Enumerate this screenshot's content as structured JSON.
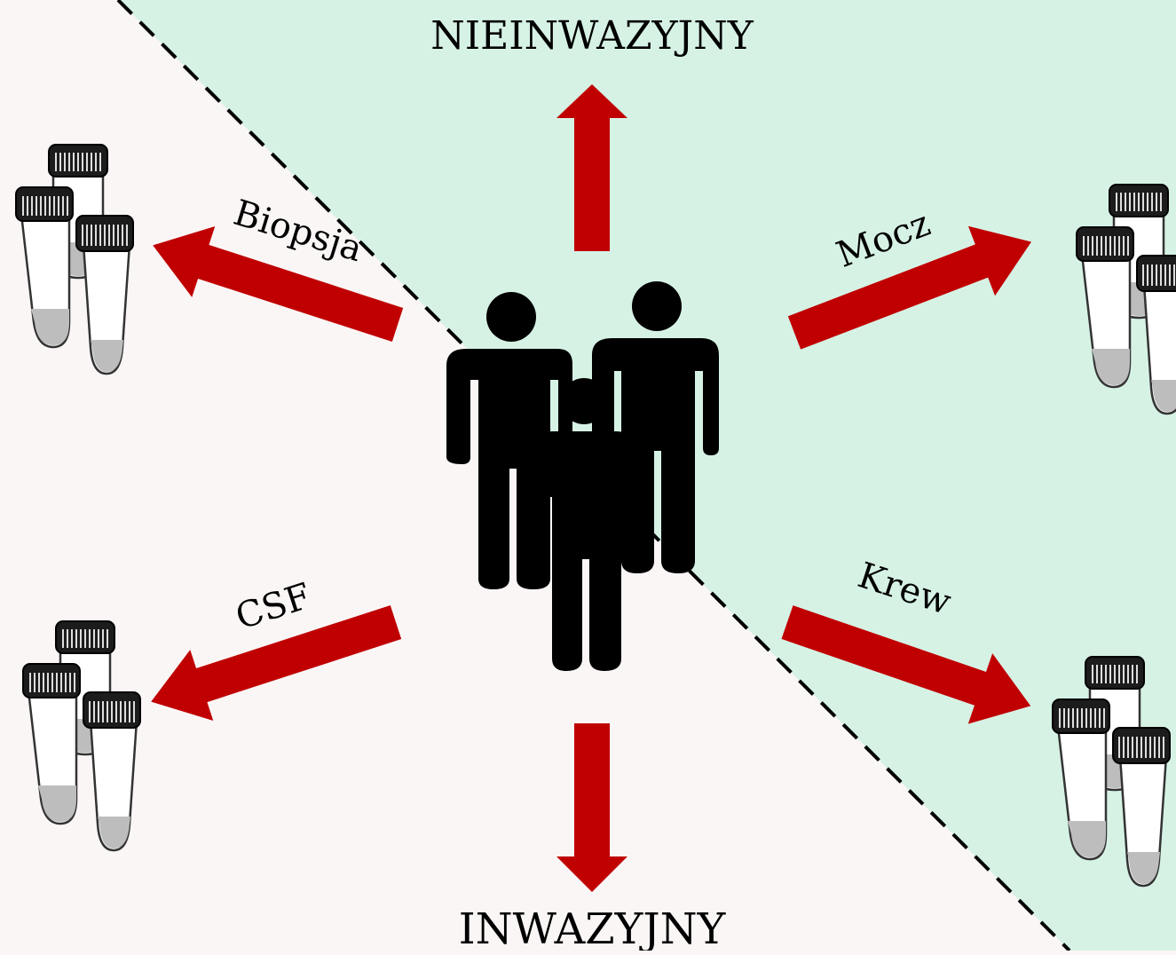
{
  "colors": {
    "invasive_bg": "#fbf6f6",
    "noninvasive_bg": "#d6f2e5",
    "arrow": "#c00000",
    "figure": "#000000",
    "divider": "#000000",
    "tube_cap": "#1c1c1c",
    "tube_liquid": "#bdbdbd"
  },
  "labels": {
    "noninvasive": "NIEINWAZYJNY",
    "invasive": "INWAZYJNY",
    "biopsy": "Biopsja",
    "urine": "Mocz",
    "csf": "CSF",
    "blood": "Krew"
  },
  "icons": {
    "people": "people-group-icon",
    "tubes": "sample-tubes-icon"
  }
}
